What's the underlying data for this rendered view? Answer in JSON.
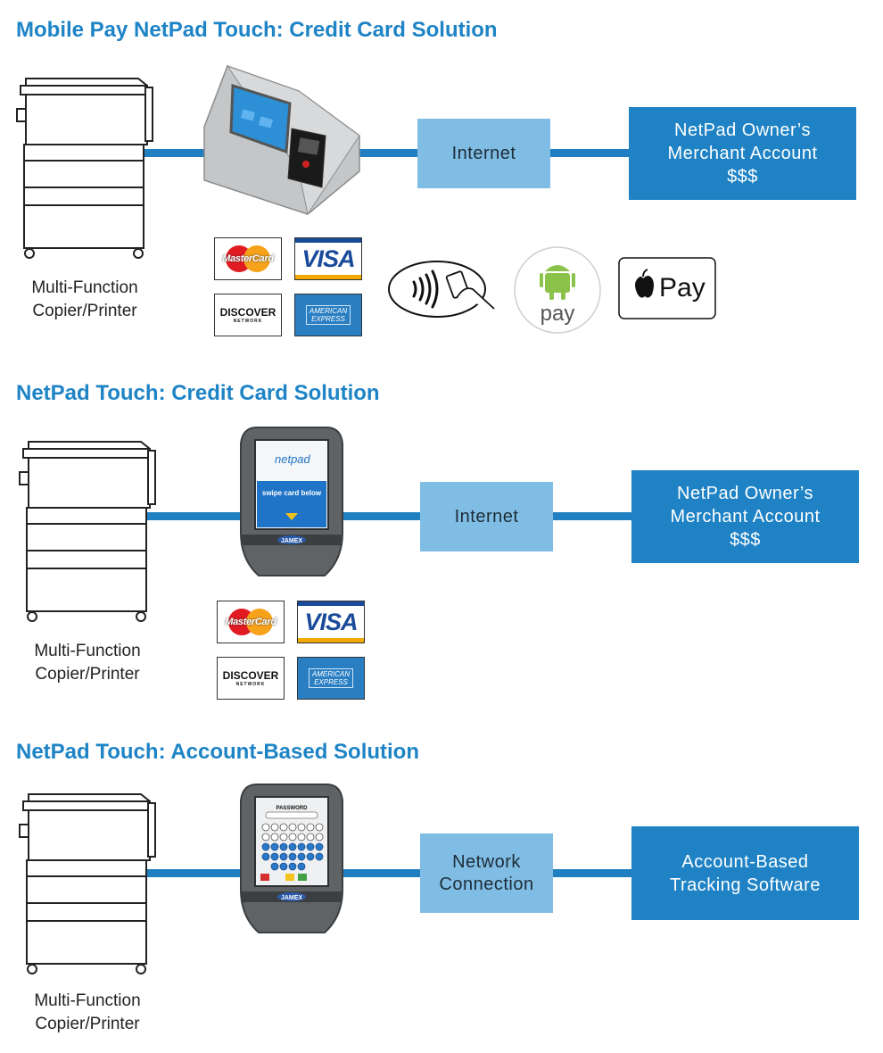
{
  "sections": [
    {
      "title": "Mobile Pay NetPad Touch: Credit Card Solution",
      "copier_label": [
        "Multi-Function",
        "Copier/Printer"
      ],
      "middle_box": [
        "Internet"
      ],
      "right_box": [
        "NetPad Owner’s",
        "Merchant Account",
        "$$$"
      ]
    },
    {
      "title": "NetPad Touch: Credit Card Solution",
      "copier_label": [
        "Multi-Function",
        "Copier/Printer"
      ],
      "middle_box": [
        "Internet"
      ],
      "right_box": [
        "NetPad Owner’s",
        "Merchant Account",
        "$$$"
      ],
      "device_screen": {
        "logo": "netpad",
        "prompt": "swipe card below"
      }
    },
    {
      "title": "NetPad Touch: Account-Based Solution",
      "copier_label": [
        "Multi-Function",
        "Copier/Printer"
      ],
      "middle_box": [
        "Network",
        "Connection"
      ],
      "right_box": [
        "Account-Based",
        "Tracking Software"
      ],
      "device_screen": {
        "header": "PASSWORD"
      }
    }
  ],
  "card_logos": {
    "mastercard": "MasterCard",
    "visa": "VISA",
    "discover": "DISCOVER",
    "discover_sub": "NETWORK",
    "amex": [
      "AMERICAN",
      "EXPRESS"
    ]
  },
  "payment_logos": {
    "android": "pay",
    "apple": "Pay"
  },
  "device_brand": "JAMEX",
  "colors": {
    "title": "#1e84c6",
    "line": "#1f7fc1",
    "box_light": "#80bde5",
    "box_dark": "#1e82c4"
  },
  "icons": [
    "copier-icon",
    "kiosk-icon",
    "contactless-icon",
    "android-pay-icon",
    "apple-pay-icon",
    "card-reader-icon",
    "keypad-terminal-icon"
  ]
}
